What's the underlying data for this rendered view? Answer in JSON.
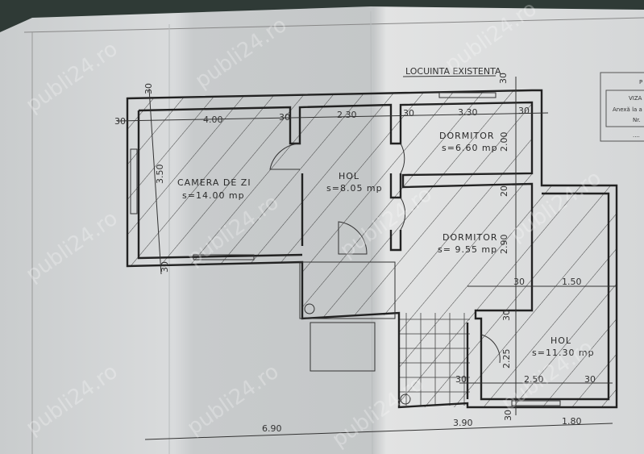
{
  "drawing": {
    "existing_label": "LOCUINTA EXISTENTA",
    "rooms": [
      {
        "name": "CAMERA DE ZI",
        "area": "s=14.00 mp"
      },
      {
        "name": "HOL",
        "area": "s=8.05 mp"
      },
      {
        "name": "DORMITOR",
        "area": "s=6.60 mp"
      },
      {
        "name": "DORMITOR",
        "area": "s= 9.55 mp"
      },
      {
        "name": "HOL",
        "area": "s=11.30 mp"
      }
    ],
    "dimensions": [
      "30",
      "30",
      "4.00",
      "30",
      "2.30",
      "30",
      "3.30",
      "30",
      "30",
      "3.50",
      "30",
      "2.00",
      "20",
      "2.90",
      "30",
      "1.50",
      "30",
      "2.25",
      "30",
      "2.50",
      "30",
      "30",
      "6.90",
      "3.90",
      "1.80"
    ]
  },
  "title_block": {
    "line1": "P",
    "line2": "VIZA",
    "line3": "Anexă la a",
    "line4": "Nr.",
    "line5": "...."
  },
  "watermark": "publi24.ro"
}
